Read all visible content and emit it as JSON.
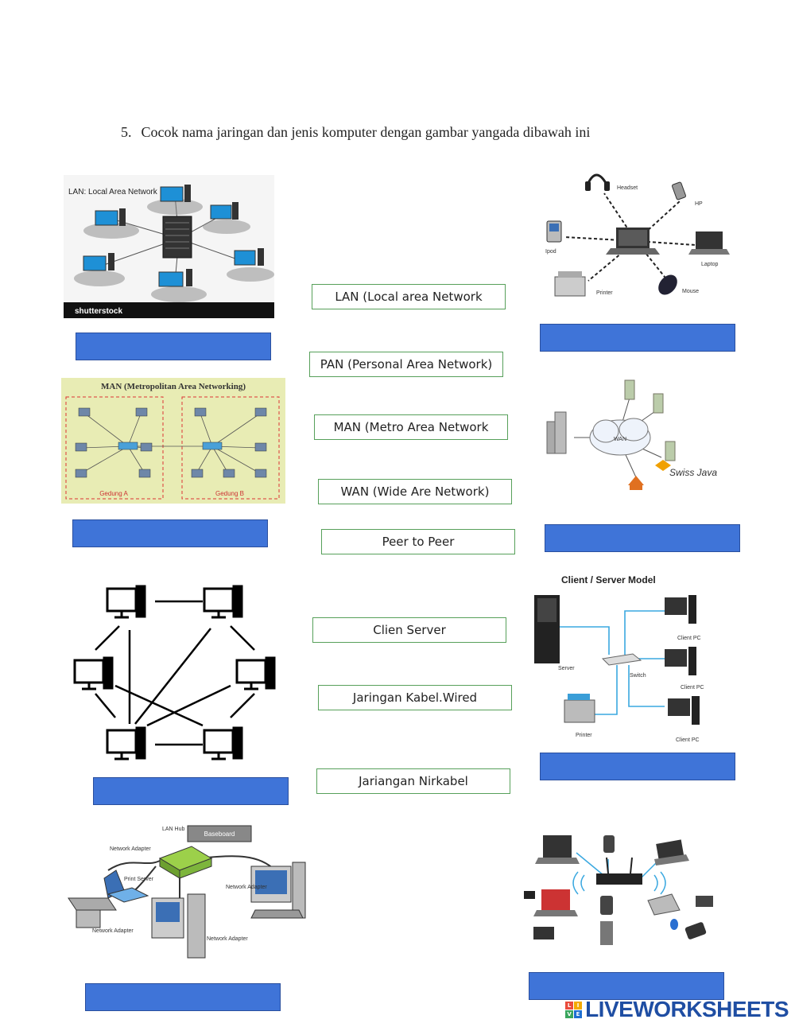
{
  "question": {
    "number": "5.",
    "text": "Cocok nama jaringan dan jenis komputer dengan gambar yangada dibawah ini"
  },
  "labels": [
    "LAN (Local area Network",
    "PAN (Personal Area Network)",
    "MAN (Metro Area Network",
    "WAN (Wide Are Network)",
    "Peer to Peer",
    "Clien Server",
    "Jaringan Kabel.Wired",
    "Jariangan Nirkabel"
  ],
  "images": {
    "lan": {
      "title": "LAN: Local Area Network",
      "watermark": "shutterstock"
    },
    "pan": {
      "headset": "Headset",
      "hp": "HP",
      "ipod": "Ipod",
      "laptop": "Laptop",
      "printer": "Printer",
      "mouse": "Mouse"
    },
    "man": {
      "title": "MAN (Metropolitan Area Networking)",
      "gedung_a": "Gedung A",
      "gedung_b": "Gedung B"
    },
    "wan": {
      "cloud": "WAN",
      "brand": "Swiss Java"
    },
    "cs": {
      "title": "Client / Server Model",
      "server": "Server",
      "switch": "Switch",
      "printer": "Printer",
      "client": "Client PC"
    },
    "wired": {
      "hub": "LAN Hub",
      "baseboard": "Baseboard",
      "adapter": "Network Adapter",
      "print_server": "Print Server"
    }
  },
  "logo": {
    "text": "LIVEWORKSHEETS",
    "blocks": [
      "L",
      "I",
      "V",
      "E"
    ],
    "colors": [
      "#e94b3c",
      "#f4a900",
      "#3aa55d",
      "#1f6fd1"
    ]
  },
  "colors": {
    "drop_fill": "#3f74d8",
    "label_border": "#57a05a"
  }
}
